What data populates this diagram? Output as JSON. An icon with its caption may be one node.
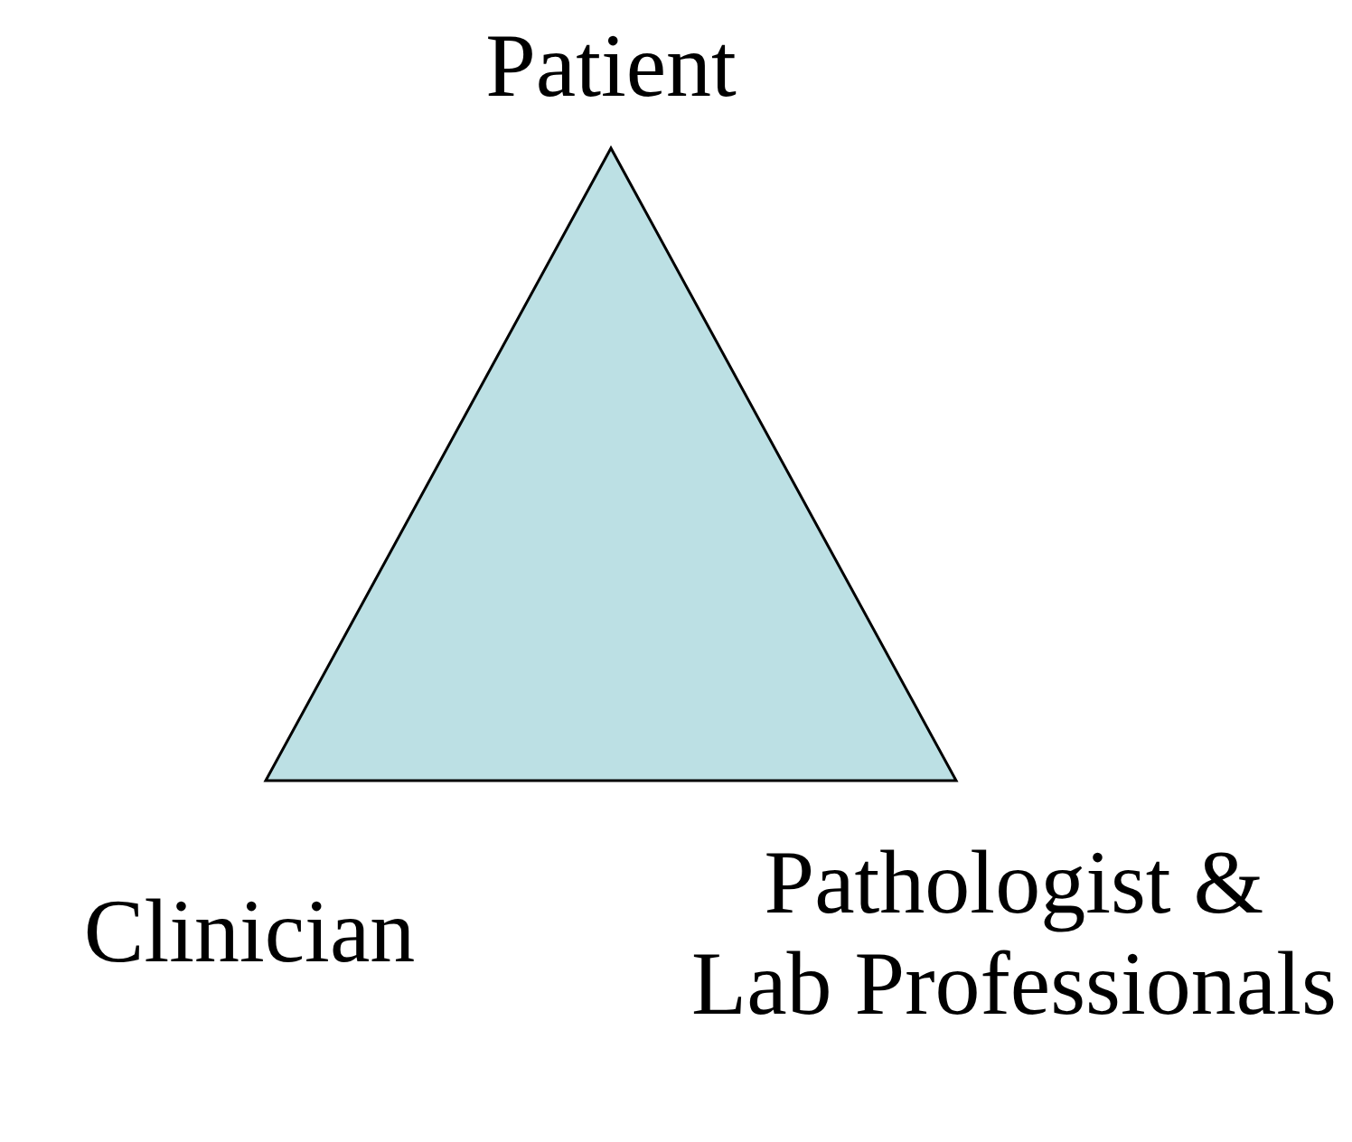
{
  "diagram": {
    "labels": [
      "Patient",
      "Clinician",
      "Pathologist & Lab Professionals"
    ]
  }
}
